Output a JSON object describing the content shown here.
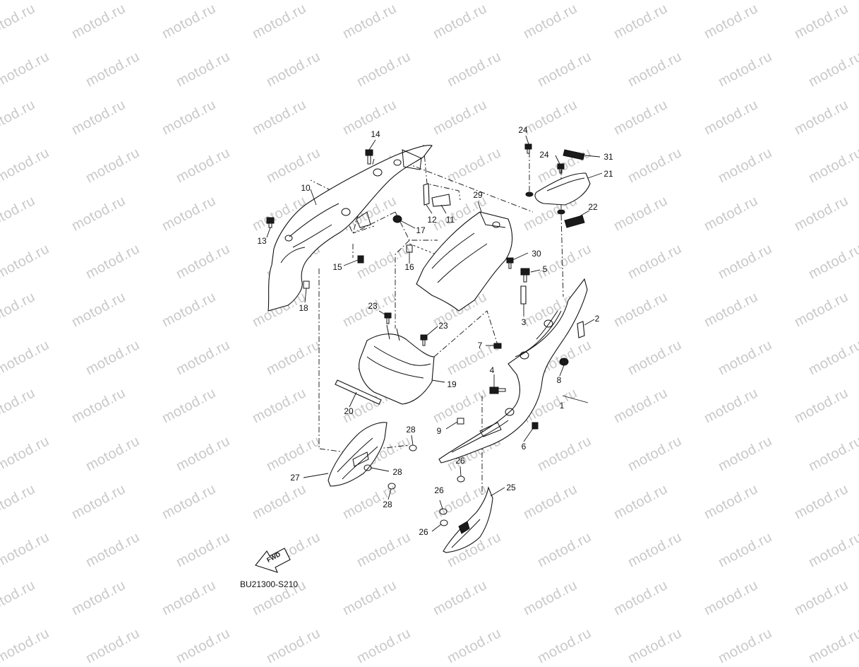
{
  "watermark": {
    "text": "motod.ru"
  },
  "diagram": {
    "code": "BU21300-S210",
    "fwd_label": "FWD",
    "callouts": [
      {
        "id": "1",
        "label": "1"
      },
      {
        "id": "2",
        "label": "2"
      },
      {
        "id": "3",
        "label": "3"
      },
      {
        "id": "4",
        "label": "4"
      },
      {
        "id": "5",
        "label": "5"
      },
      {
        "id": "6",
        "label": "6"
      },
      {
        "id": "7",
        "label": "7"
      },
      {
        "id": "8",
        "label": "8"
      },
      {
        "id": "9",
        "label": "9"
      },
      {
        "id": "10",
        "label": "10"
      },
      {
        "id": "11",
        "label": "11"
      },
      {
        "id": "12",
        "label": "12"
      },
      {
        "id": "13",
        "label": "13"
      },
      {
        "id": "14",
        "label": "14"
      },
      {
        "id": "15",
        "label": "15"
      },
      {
        "id": "16",
        "label": "16"
      },
      {
        "id": "17",
        "label": "17"
      },
      {
        "id": "18",
        "label": "18"
      },
      {
        "id": "19",
        "label": "19"
      },
      {
        "id": "20",
        "label": "20"
      },
      {
        "id": "21",
        "label": "21"
      },
      {
        "id": "22",
        "label": "22"
      },
      {
        "id": "23a",
        "label": "23"
      },
      {
        "id": "23b",
        "label": "23"
      },
      {
        "id": "24a",
        "label": "24"
      },
      {
        "id": "24b",
        "label": "24"
      },
      {
        "id": "25",
        "label": "25"
      },
      {
        "id": "26a",
        "label": "26"
      },
      {
        "id": "26b",
        "label": "26"
      },
      {
        "id": "26c",
        "label": "26"
      },
      {
        "id": "27",
        "label": "27"
      },
      {
        "id": "28a",
        "label": "28"
      },
      {
        "id": "28b",
        "label": "28"
      },
      {
        "id": "28c",
        "label": "28"
      },
      {
        "id": "29",
        "label": "29"
      },
      {
        "id": "30",
        "label": "30"
      },
      {
        "id": "31",
        "label": "31"
      }
    ]
  }
}
